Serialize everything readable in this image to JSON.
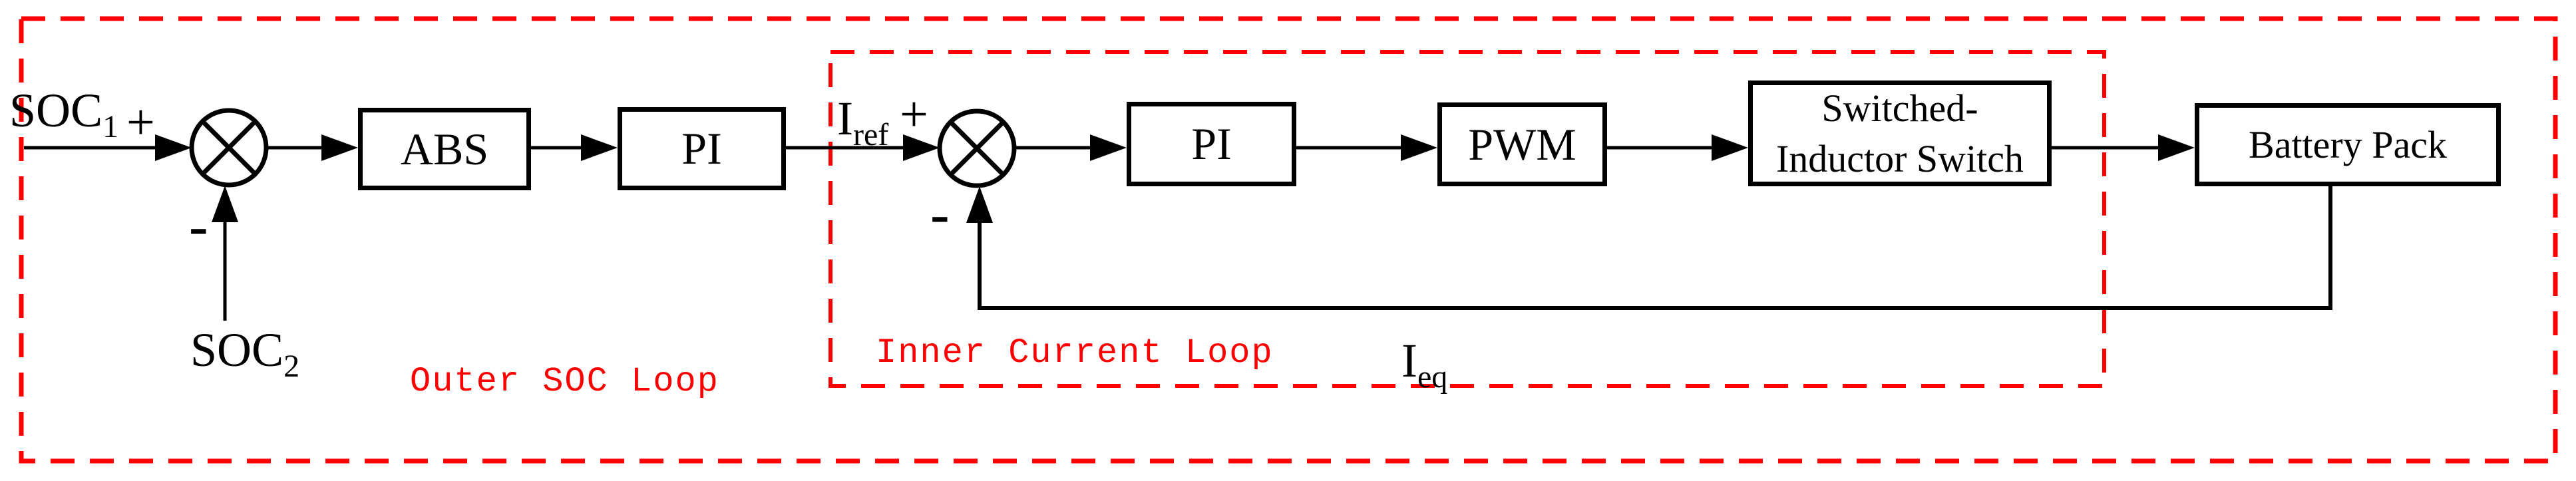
{
  "diagram": {
    "colors": {
      "loop_red": "#ff0000",
      "line_black": "#000000",
      "background": "#ffffff"
    },
    "loops": {
      "outer": {
        "label": "Outer SOC Loop"
      },
      "inner": {
        "label": "Inner Current Loop"
      }
    },
    "signals": {
      "soc1": {
        "base": "SOC",
        "sub": "1"
      },
      "soc2": {
        "base": "SOC",
        "sub": "2"
      },
      "iref": {
        "base": "I",
        "sub": "ref"
      },
      "ieq": {
        "base": "I",
        "sub": "eq"
      },
      "plus_outer": "+",
      "minus_outer": "-",
      "plus_inner": "+",
      "minus_inner": "-"
    },
    "blocks": {
      "abs": "ABS",
      "pi_outer": "PI",
      "pi_inner": "PI",
      "pwm": "PWM",
      "sis_line1": "Switched-",
      "sis_line2": "Inductor Switch",
      "battery": "Battery Pack"
    }
  }
}
